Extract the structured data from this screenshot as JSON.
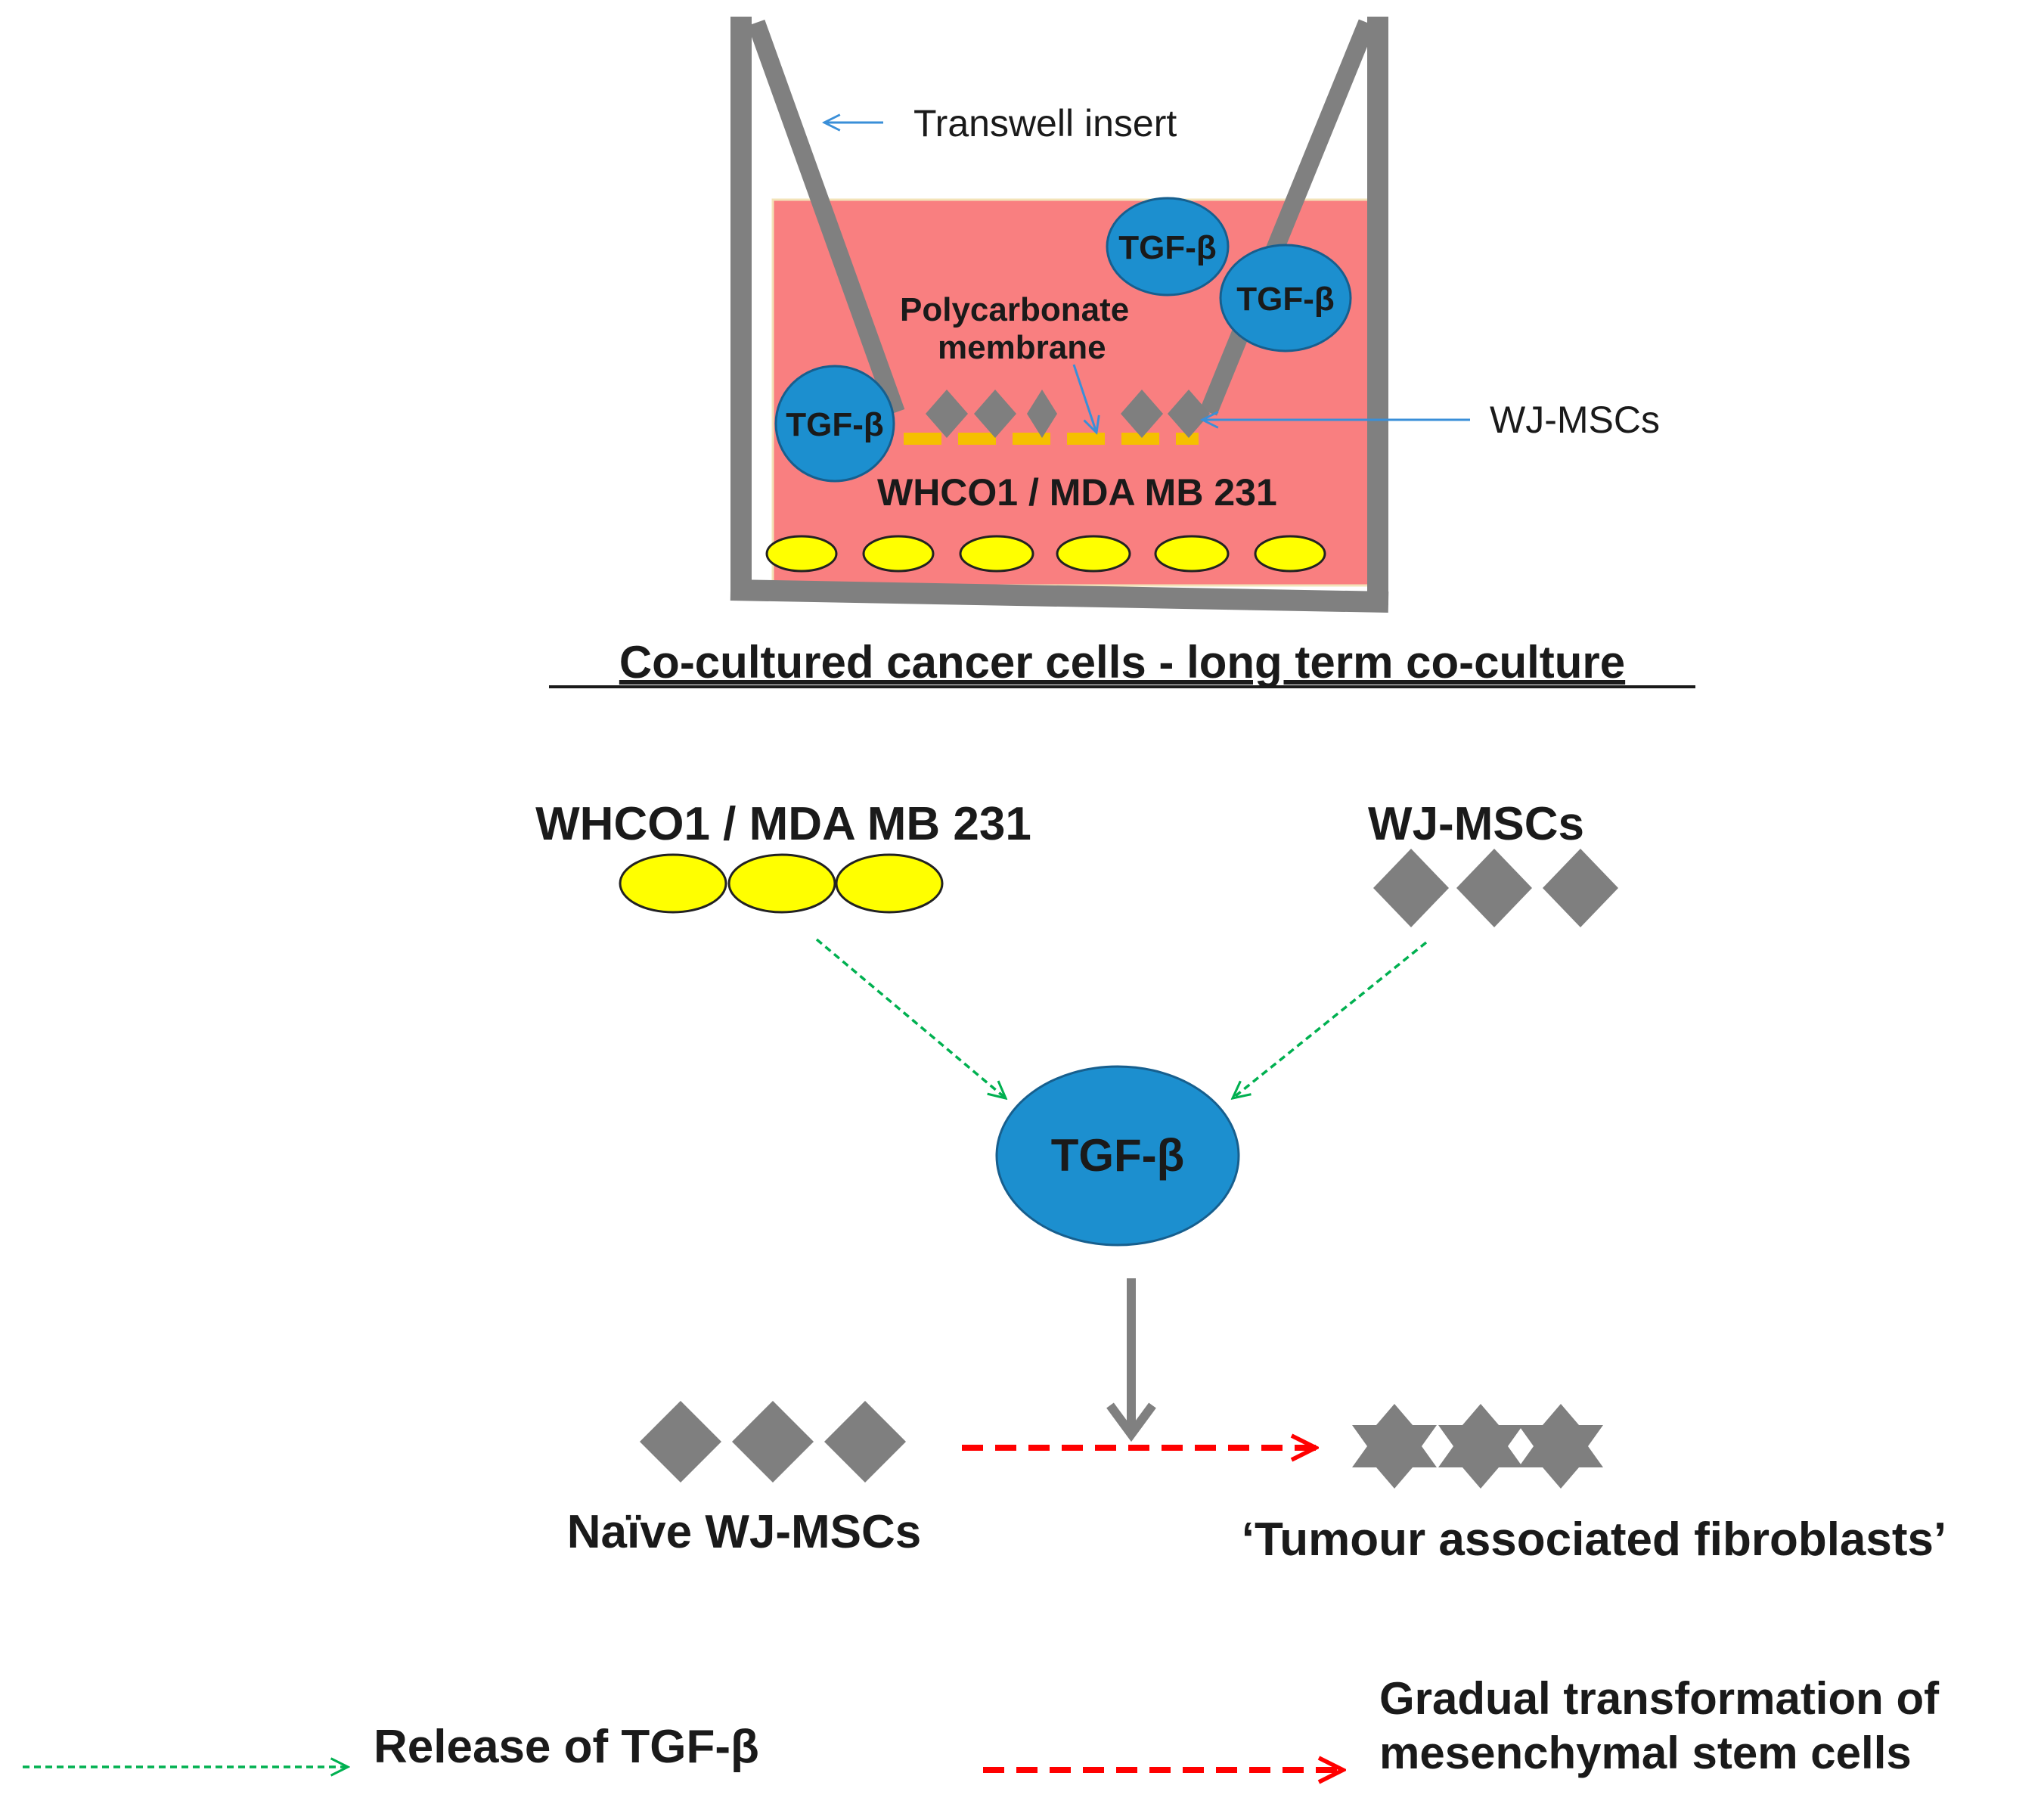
{
  "labels": {
    "transwell_insert": "Transwell insert",
    "polycarbonate_line1": "Polycarbonate",
    "polycarbonate_line2": "membrane",
    "wj_mscs_pointer": "WJ-MSCs",
    "whco1_in_well": "WHCO1 / MDA MB 231",
    "tgf_small": "TGF-β",
    "caption": "Co-cultured cancer cells - long term co-culture",
    "whco1_source": "WHCO1 / MDA MB 231",
    "wj_mscs_source": "WJ-MSCs",
    "tgf_center": "TGF-β",
    "naive": "Naïve WJ-MSCs",
    "taf": "‘Tumour associated fibroblasts’"
  },
  "legend": {
    "release": "Release of TGF-β",
    "transform_line1": "Gradual transformation of",
    "transform_line2": "mesenchymal stem cells"
  },
  "colors": {
    "wall": "#808080",
    "medium": "#f97f80",
    "membrane": "#f5c000",
    "cancer_cell": "#ffff00",
    "tgf_beta": "#1c8fcf",
    "msc": "#7f7f7f",
    "release_arrow": "#00b050",
    "transform_arrow": "#ff0000",
    "pointer_arrow": "#3a8fd8"
  }
}
